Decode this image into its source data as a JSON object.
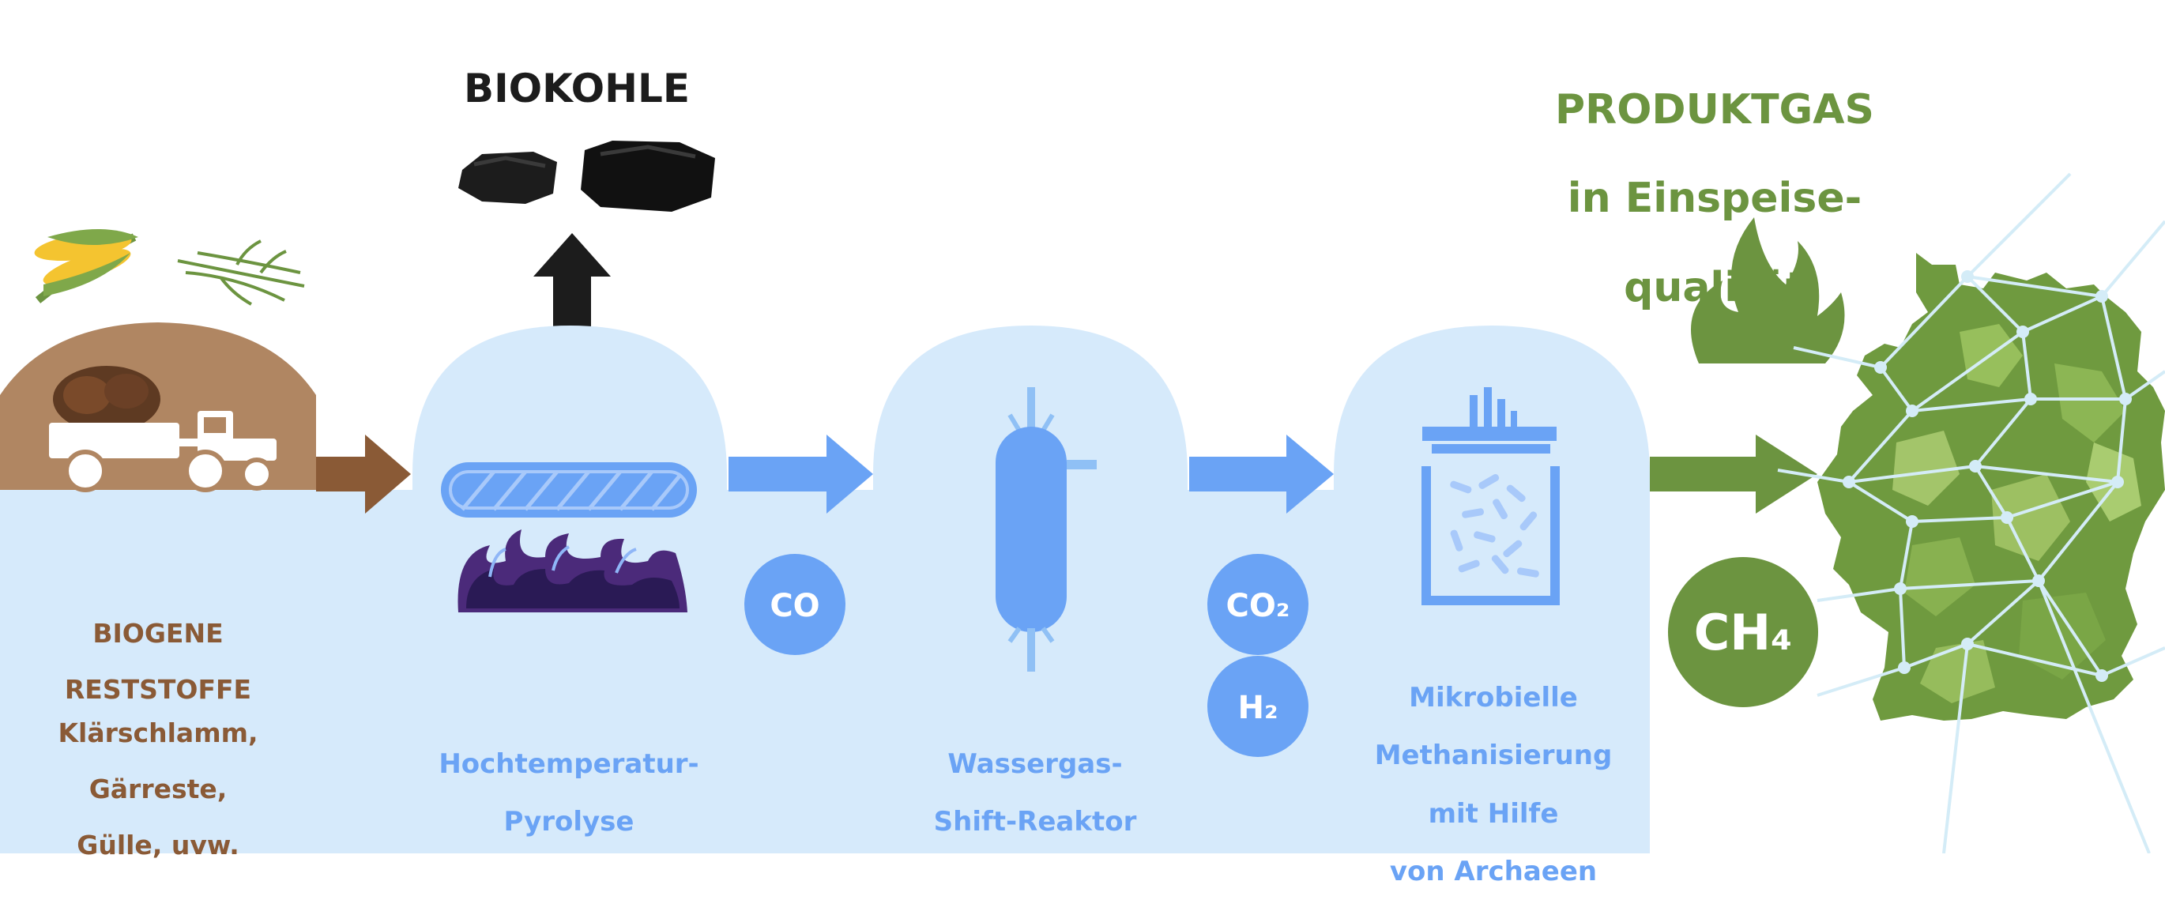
{
  "biokohle": "BIOKOHLE",
  "stages": {
    "feedstock": {
      "title_line1": "BIOGENE",
      "title_line2": "RESTSTOFFE",
      "detail_line1": "Klärschlamm,",
      "detail_line2": "Gärreste,",
      "detail_line3": "Gülle, uvw."
    },
    "pyrolysis": {
      "line1": "Hochtemperatur-",
      "line2": "Pyrolyse"
    },
    "shift": {
      "line1": "Wassergas-",
      "line2": "Shift-Reaktor"
    },
    "methanation": {
      "line1": "Mikrobielle",
      "line2": "Methanisierung",
      "line3": "mit Hilfe",
      "line4": "von Archaeen"
    }
  },
  "intermediates": {
    "co": "CO",
    "co2": "CO₂",
    "h2": "H₂"
  },
  "product": {
    "line1": "PRODUKTGAS",
    "line2": "in Einspeise-",
    "line3": "qualität",
    "ch4": "CH₄"
  },
  "colors": {
    "background_band": "#d6eafb",
    "accent_blue": "#6aa3f5",
    "brown": "#8a5a36",
    "green": "#6c9440",
    "dark": "#1c1c1c"
  }
}
